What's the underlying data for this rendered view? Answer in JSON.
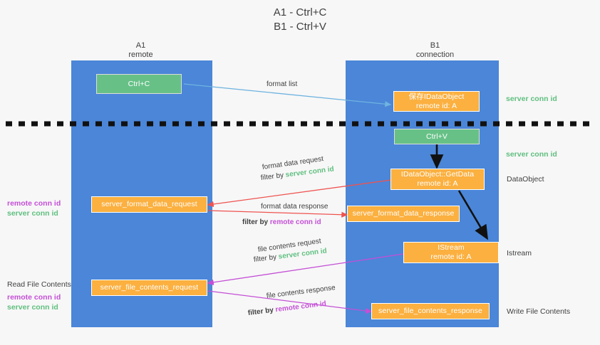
{
  "title": {
    "line1": "A1 - Ctrl+C",
    "line2": "B1 - Ctrl+V"
  },
  "lanes": [
    {
      "name": "A1",
      "subtitle": "remote"
    },
    {
      "name": "B1",
      "subtitle": "connection"
    }
  ],
  "boxes": {
    "ctrl_c": {
      "line1": "Ctrl+C",
      "line2": "",
      "color": "#67c187"
    },
    "idataobject_saved": {
      "line1": "保存IDataObject",
      "line2": "remote id: A",
      "color": "#fbb040"
    },
    "ctrl_v": {
      "line1": "Ctrl+V",
      "line2": "",
      "color": "#67c187"
    },
    "getdata": {
      "line1": "IDataObject::GetData",
      "line2": "remote id: A",
      "color": "#fbb040"
    },
    "format_data_request": {
      "line1": "server_format_data_request",
      "line2": "",
      "color": "#fbb040"
    },
    "format_data_response": {
      "line1": "server_format_data_response",
      "line2": "",
      "color": "#fbb040"
    },
    "istream": {
      "line1": "IStream",
      "line2": "remote id: A",
      "color": "#fbb040"
    },
    "file_contents_request": {
      "line1": "server_file_contents_request",
      "line2": "",
      "color": "#fbb040"
    },
    "file_contents_response": {
      "line1": "server_file_contents_response",
      "line2": "",
      "color": "#fbb040"
    }
  },
  "edge_labels": {
    "format_list": "format list",
    "format_data_request": "format data request",
    "format_data_response": "format data response",
    "file_contents_request": "file contents request",
    "file_contents_response": "file contents response",
    "filter_by": "filter by",
    "server_conn_id": "server conn id",
    "remote_conn_id": "remote conn id"
  },
  "annotations": {
    "left_top": {
      "remote": "remote conn id",
      "server": "server conn id"
    },
    "left_bottom_title": "Read File Contents",
    "left_bottom": {
      "remote": "remote conn id",
      "server": "server conn id"
    },
    "right_server_conn_1": "server conn id",
    "right_server_conn_2": "server conn id",
    "right_dataobject": "DataObject",
    "right_istream": "Istream",
    "right_write_file": "Write File Contents"
  },
  "colors": {
    "lane": "#4b86d8",
    "green_box": "#67c187",
    "orange_box": "#fbb040",
    "green_text": "#5fbf7f",
    "purple_text": "#c44fd6",
    "blue_arrow": "#6fb3e0",
    "red_arrow": "#ef5350",
    "purple_arrow": "#c44fd6",
    "black_arrow": "#111111",
    "background": "#f7f7f7"
  }
}
